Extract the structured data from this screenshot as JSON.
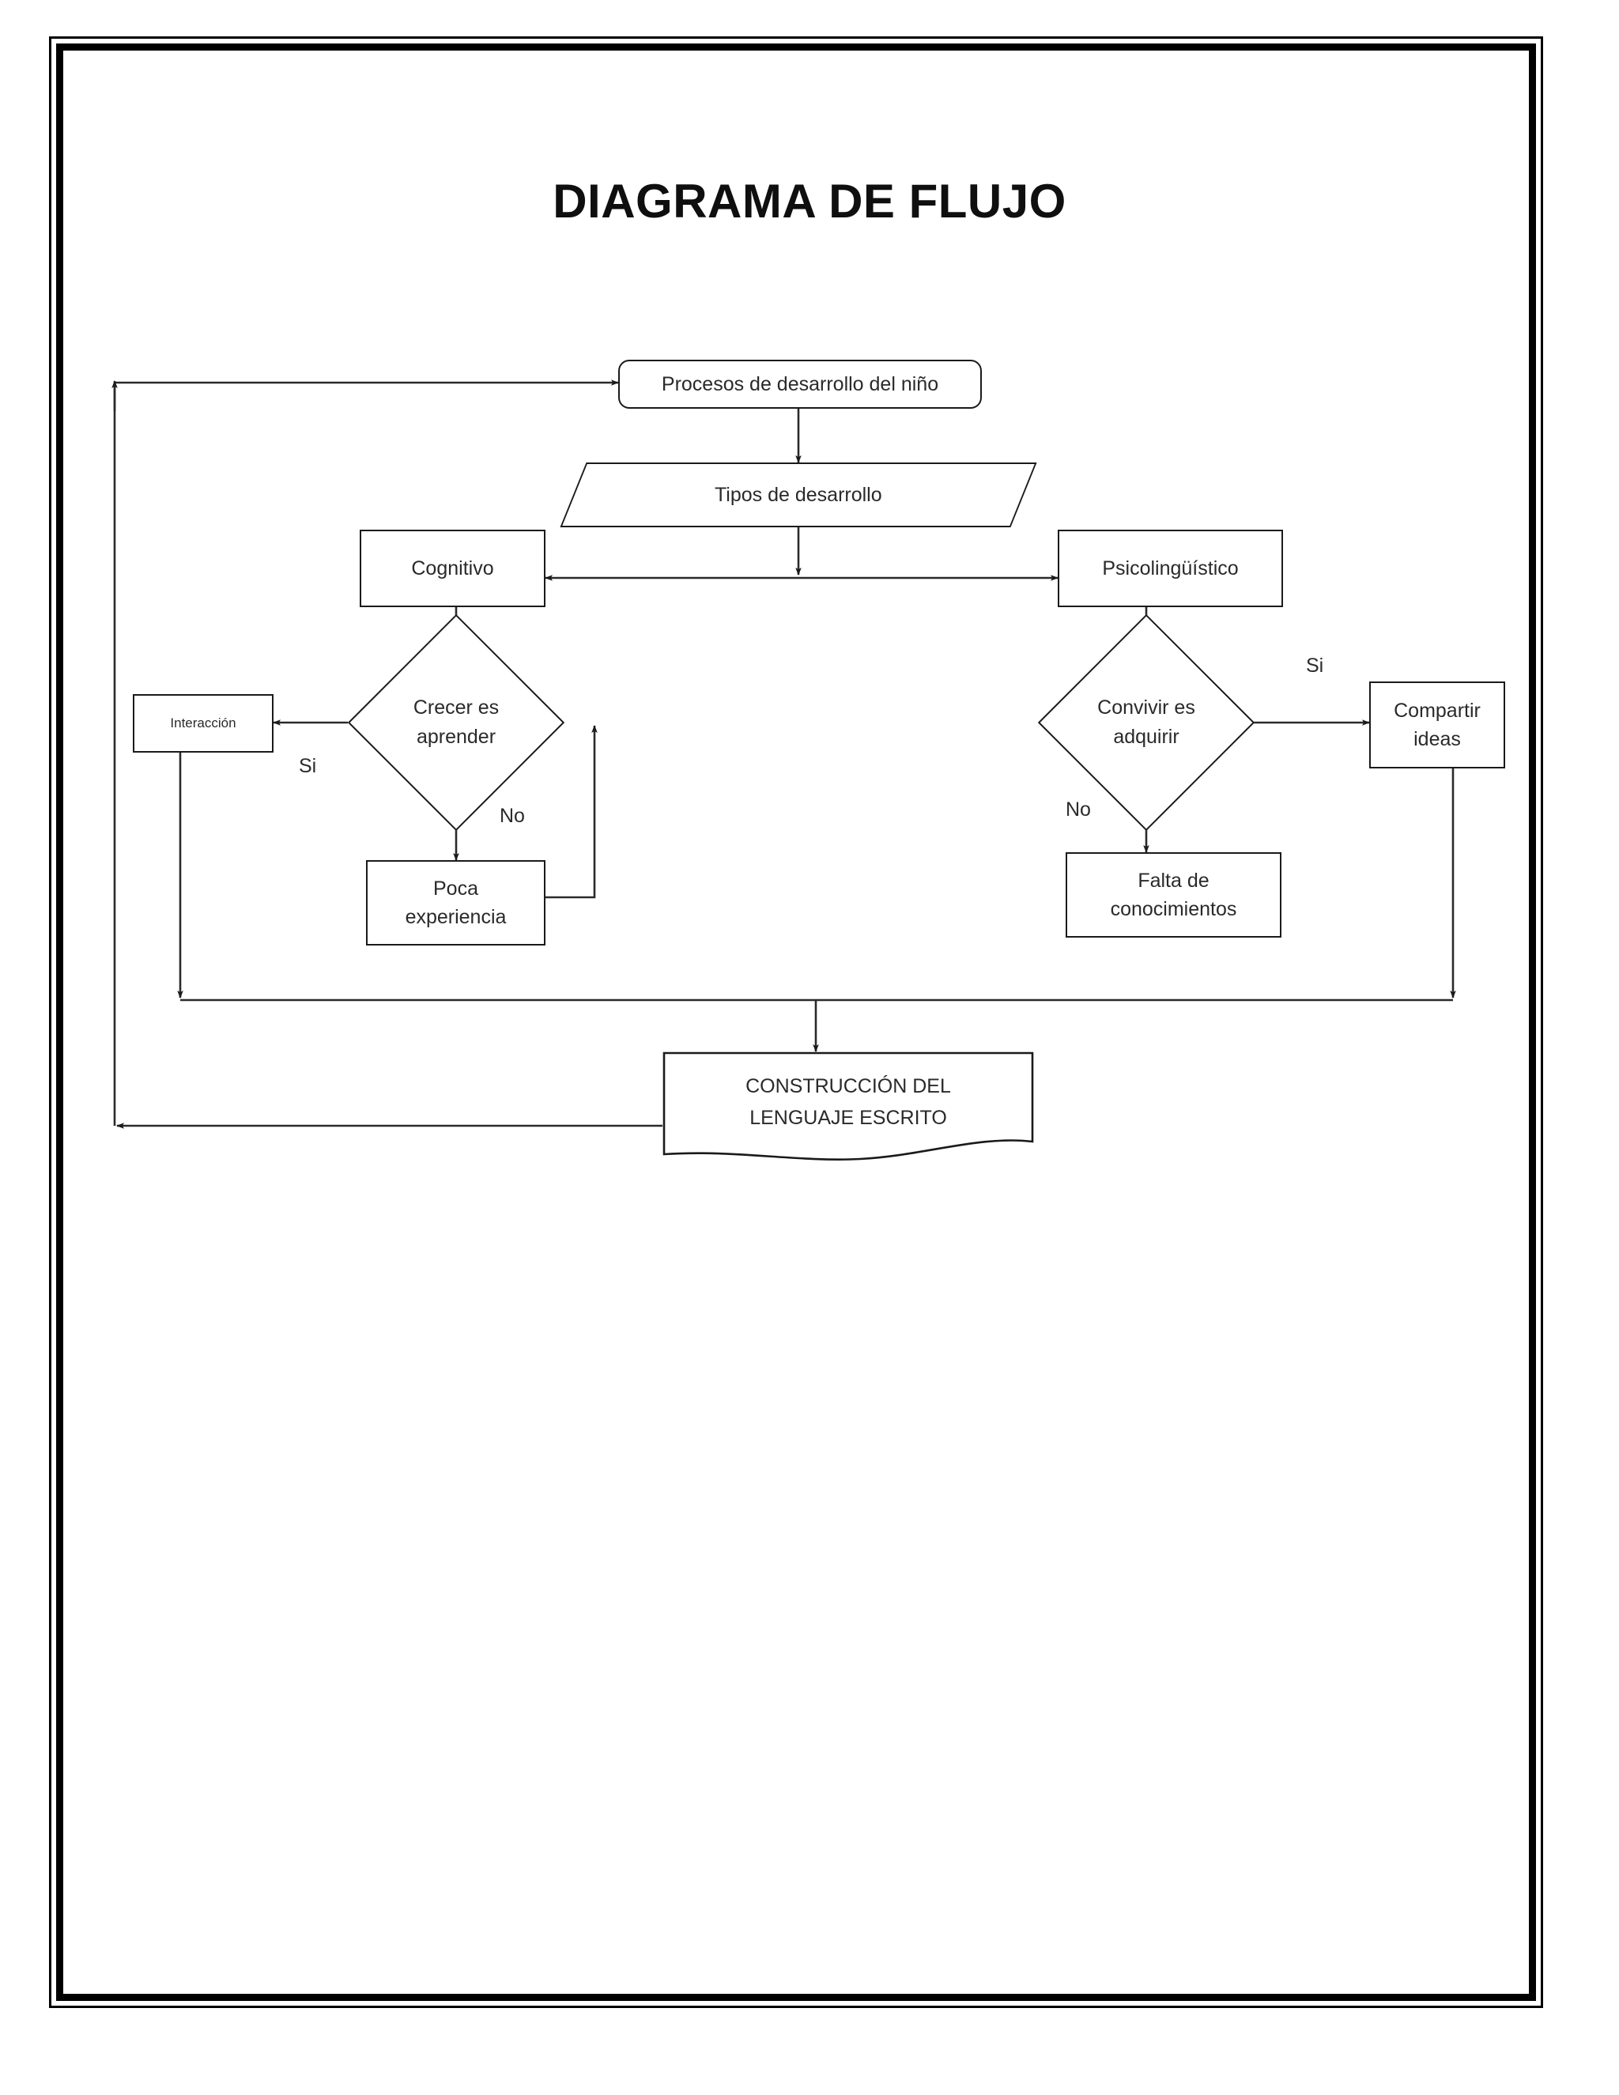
{
  "document": {
    "title": "DIAGRAMA DE FLUJO",
    "frame": {
      "style": "double-border",
      "color": "#000000"
    },
    "background": "#ffffff",
    "text_color": "#2a2a2a"
  },
  "diagram": {
    "type": "flowchart",
    "nodes": [
      {
        "id": "procesos",
        "label": "Procesos de desarrollo del niño",
        "shape": "rounded-rectangle"
      },
      {
        "id": "tipos",
        "label": "Tipos de desarrollo",
        "shape": "parallelogram"
      },
      {
        "id": "cognitivo",
        "label": "Cognitivo",
        "shape": "rectangle"
      },
      {
        "id": "psico",
        "label": "Psicolingüístico",
        "shape": "rectangle"
      },
      {
        "id": "crecer",
        "label": "Crecer es\naprender",
        "shape": "diamond"
      },
      {
        "id": "convivir",
        "label": "Convivir es\nadquirir",
        "shape": "diamond"
      },
      {
        "id": "interaccion",
        "label": "Interacción",
        "shape": "rectangle"
      },
      {
        "id": "poca",
        "label": "Poca\nexperiencia",
        "shape": "rectangle"
      },
      {
        "id": "falta",
        "label": "Falta de\nconocimientos",
        "shape": "rectangle"
      },
      {
        "id": "compartir",
        "label": "Compartir\nideas",
        "shape": "rectangle"
      },
      {
        "id": "construccion",
        "label": "CONSTRUCCIÓN DEL\nLENGUAJE ESCRITO",
        "shape": "document"
      }
    ],
    "edge_labels": [
      {
        "id": "si-izq",
        "text": "Si",
        "near": "crecer"
      },
      {
        "id": "no-izq",
        "text": "No",
        "near": "crecer"
      },
      {
        "id": "si-der",
        "text": "Si",
        "near": "convivir"
      },
      {
        "id": "no-der",
        "text": "No",
        "near": "convivir"
      }
    ],
    "edges": [
      {
        "from": "procesos",
        "to": "tipos",
        "label": ""
      },
      {
        "from": "tipos",
        "to": "cognitivo",
        "label": ""
      },
      {
        "from": "tipos",
        "to": "psico",
        "label": ""
      },
      {
        "from": "cognitivo",
        "to": "crecer",
        "label": ""
      },
      {
        "from": "psico",
        "to": "convivir",
        "label": ""
      },
      {
        "from": "crecer",
        "to": "interaccion",
        "label": "Si"
      },
      {
        "from": "crecer",
        "to": "poca",
        "label": "No"
      },
      {
        "from": "poca",
        "to": "crecer",
        "label": ""
      },
      {
        "from": "convivir",
        "to": "compartir",
        "label": "Si"
      },
      {
        "from": "convivir",
        "to": "falta",
        "label": "No"
      },
      {
        "from": "interaccion",
        "to": "construccion",
        "label": ""
      },
      {
        "from": "compartir",
        "to": "construccion",
        "label": ""
      },
      {
        "from": "construccion",
        "to": "procesos",
        "label": ""
      }
    ]
  }
}
